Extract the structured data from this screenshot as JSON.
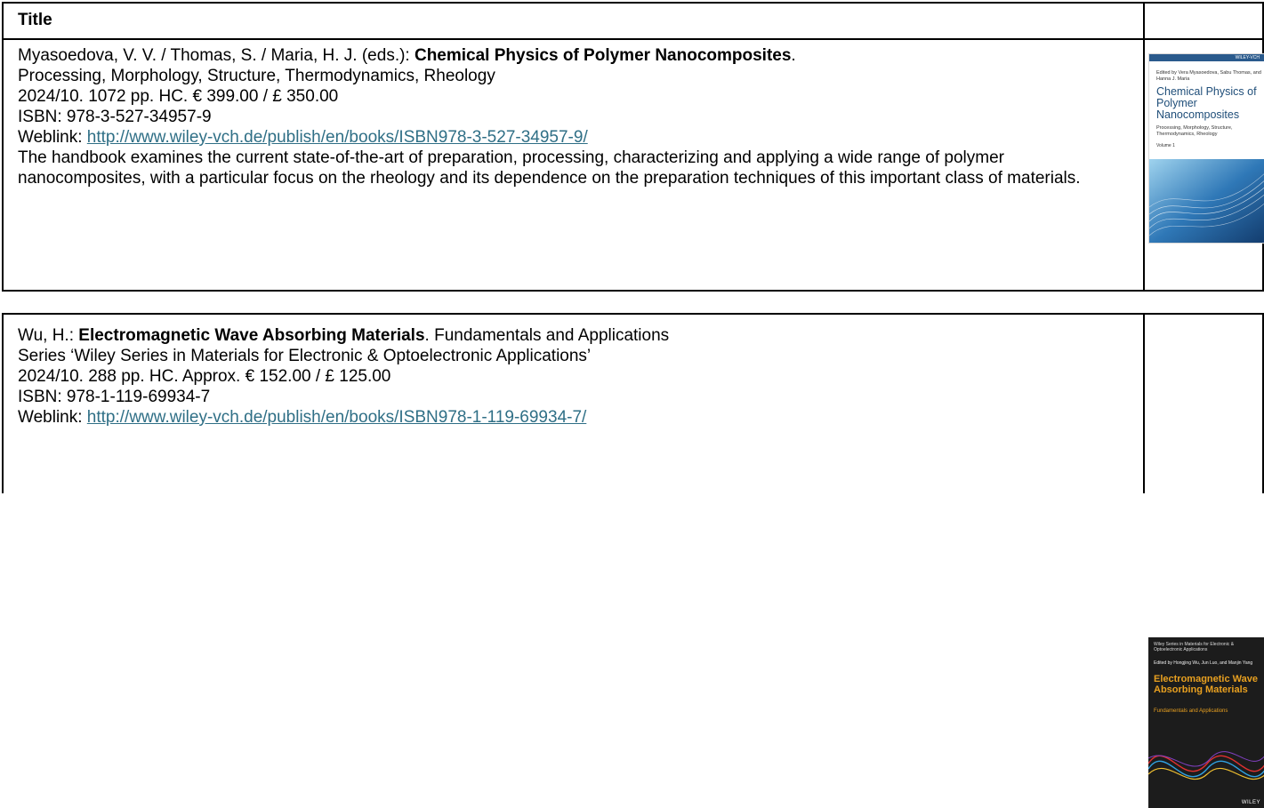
{
  "header": {
    "title": "Title"
  },
  "books": [
    {
      "authors": "Myasoedova, V. V. / Thomas, S. / Maria, H. J. (eds.): ",
      "title": "Chemical Physics of Polymer Nanocomposites",
      "title_suffix": ".",
      "subtitle": "Processing, Morphology, Structure, Thermodynamics, Rheology",
      "pubinfo": "2024/10. 1072 pp. HC. € 399.00 / £ 350.00",
      "isbn": "ISBN: 978-3-527-34957-9",
      "weblink_label": "Weblink: ",
      "weblink": "http://www.wiley-vch.de/publish/en/books/ISBN978-3-527-34957-9/",
      "description": "The handbook examines the current state-of-the-art of preparation, processing, characterizing and applying a wide range of polymer nanocomposites, with a particular focus on the rheology and its dependence on the preparation techniques of this important class of materials.",
      "cover": {
        "publisher": "WILEY-VCH",
        "editors": "Edited by Vera Myasoedova, Sabu Thomas, and Hanna J. Maria",
        "title": "Chemical Physics of Polymer Nanocomposites",
        "subtitle": "Processing, Morphology, Structure, Thermodynamics, Rheology",
        "volume": "Volume 1",
        "accent_color": "#1f4e79"
      }
    },
    {
      "authors": "Wu, H.: ",
      "title": "Electromagnetic Wave Absorbing Materials",
      "title_suffix": ". Fundamentals and Applications",
      "series": "Series ‘Wiley Series in Materials for Electronic & Optoelectronic Applications’",
      "pubinfo": "2024/10. 288 pp. HC. Approx. € 152.00 / £ 125.00",
      "isbn": "ISBN: 978-1-119-69934-7",
      "weblink_label": "Weblink: ",
      "weblink": "http://www.wiley-vch.de/publish/en/books/ISBN978-1-119-69934-7/",
      "cover": {
        "series": "Wiley Series in Materials for Electronic & Optoelectronic Applications",
        "editors": "Edited by Hongjing Wu, Jun Luo, and Manjin Yang",
        "title": "Electromagnetic Wave Absorbing Materials",
        "subtitle": "Fundamentals and Applications",
        "publisher": "WILEY",
        "accent_color": "#e8a020"
      }
    }
  ],
  "colors": {
    "link": "#2f6f86",
    "border": "#000000"
  }
}
